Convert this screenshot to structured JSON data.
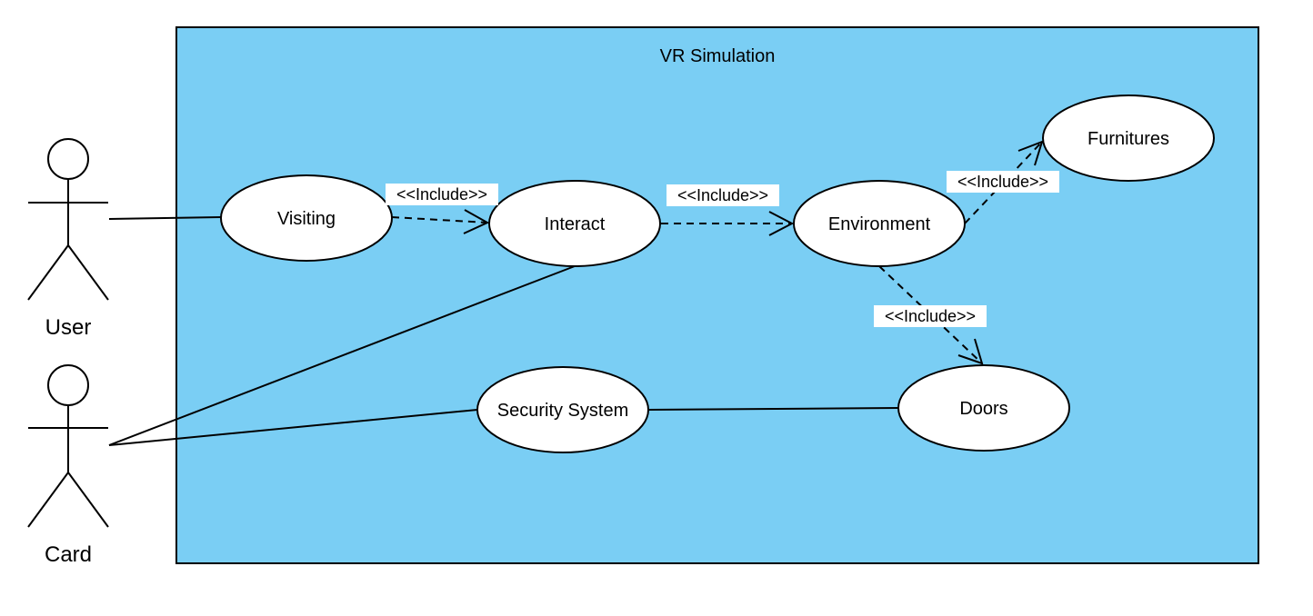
{
  "system": {
    "title": "VR Simulation",
    "fill_color": "#7acef4",
    "stroke_color": "#000000"
  },
  "actors": [
    {
      "id": "user",
      "label": "User"
    },
    {
      "id": "card",
      "label": "Card"
    }
  ],
  "use_cases": [
    {
      "id": "visiting",
      "label": "Visiting"
    },
    {
      "id": "interact",
      "label": "Interact"
    },
    {
      "id": "environment",
      "label": "Environment"
    },
    {
      "id": "furnitures",
      "label": "Furnitures"
    },
    {
      "id": "doors",
      "label": "Doors"
    },
    {
      "id": "security",
      "label": "Security System"
    }
  ],
  "relationships": [
    {
      "from": "visiting",
      "to": "interact",
      "type": "include",
      "label": "<<Include>>"
    },
    {
      "from": "interact",
      "to": "environment",
      "type": "include",
      "label": "<<Include>>"
    },
    {
      "from": "environment",
      "to": "furnitures",
      "type": "include",
      "label": "<<Include>>"
    },
    {
      "from": "environment",
      "to": "doors",
      "type": "include",
      "label": "<<Include>>"
    }
  ],
  "associations": [
    {
      "from": "user",
      "to": "visiting"
    },
    {
      "from": "card",
      "to": "interact"
    },
    {
      "from": "card",
      "to": "security"
    },
    {
      "from": "security",
      "to": "doors"
    }
  ]
}
